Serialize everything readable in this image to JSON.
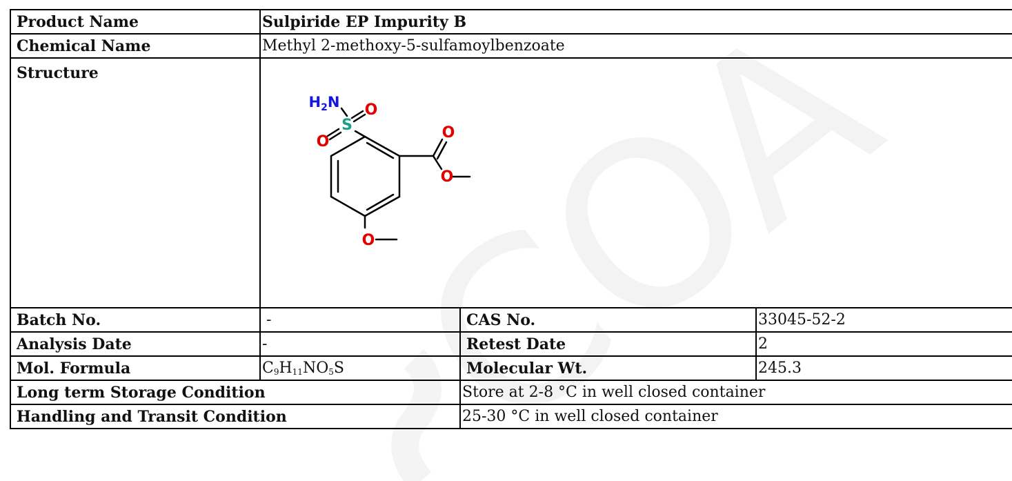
{
  "document": {
    "watermark_text": "COA",
    "rows": {
      "product_name": {
        "label": "Product Name",
        "value": "Sulpiride EP Impurity B"
      },
      "chemical_name": {
        "label": "Chemical Name",
        "value": "Methyl 2-methoxy-5-sulfamoylbenzoate"
      },
      "structure": {
        "label": "Structure",
        "atoms": {
          "nh2_h": "H",
          "nh2_sub": "2",
          "nh2_n": "N",
          "s": "S",
          "o1": "O",
          "o2": "O",
          "o3": "O",
          "o4": "O",
          "o5": "O"
        },
        "colors": {
          "nitrogen": "#1515e0",
          "sulfur": "#1f9f8a",
          "oxygen": "#e00000",
          "bond": "#000000"
        }
      },
      "batch_no": {
        "label": "Batch No.",
        "value": "-"
      },
      "cas_no": {
        "label": "CAS No.",
        "value": "33045-52-2"
      },
      "analysis_date": {
        "label": "Analysis Date",
        "value": "-"
      },
      "retest_date": {
        "label": "Retest Date",
        "value": "2"
      },
      "mol_formula": {
        "label": "Mol. Formula",
        "parts": [
          {
            "el": "C",
            "n": "9"
          },
          {
            "el": "H",
            "n": "11"
          },
          {
            "el": "NO",
            "n": "5"
          },
          {
            "el": "S",
            "n": ""
          }
        ]
      },
      "molecular_wt": {
        "label": "Molecular Wt.",
        "value": "245.3"
      },
      "storage": {
        "label": "Long term Storage Condition",
        "value": "Store at 2-8 °C in well closed container"
      },
      "handling": {
        "label": "Handling and Transit Condition",
        "value": "25-30 °C in well closed container"
      }
    }
  }
}
